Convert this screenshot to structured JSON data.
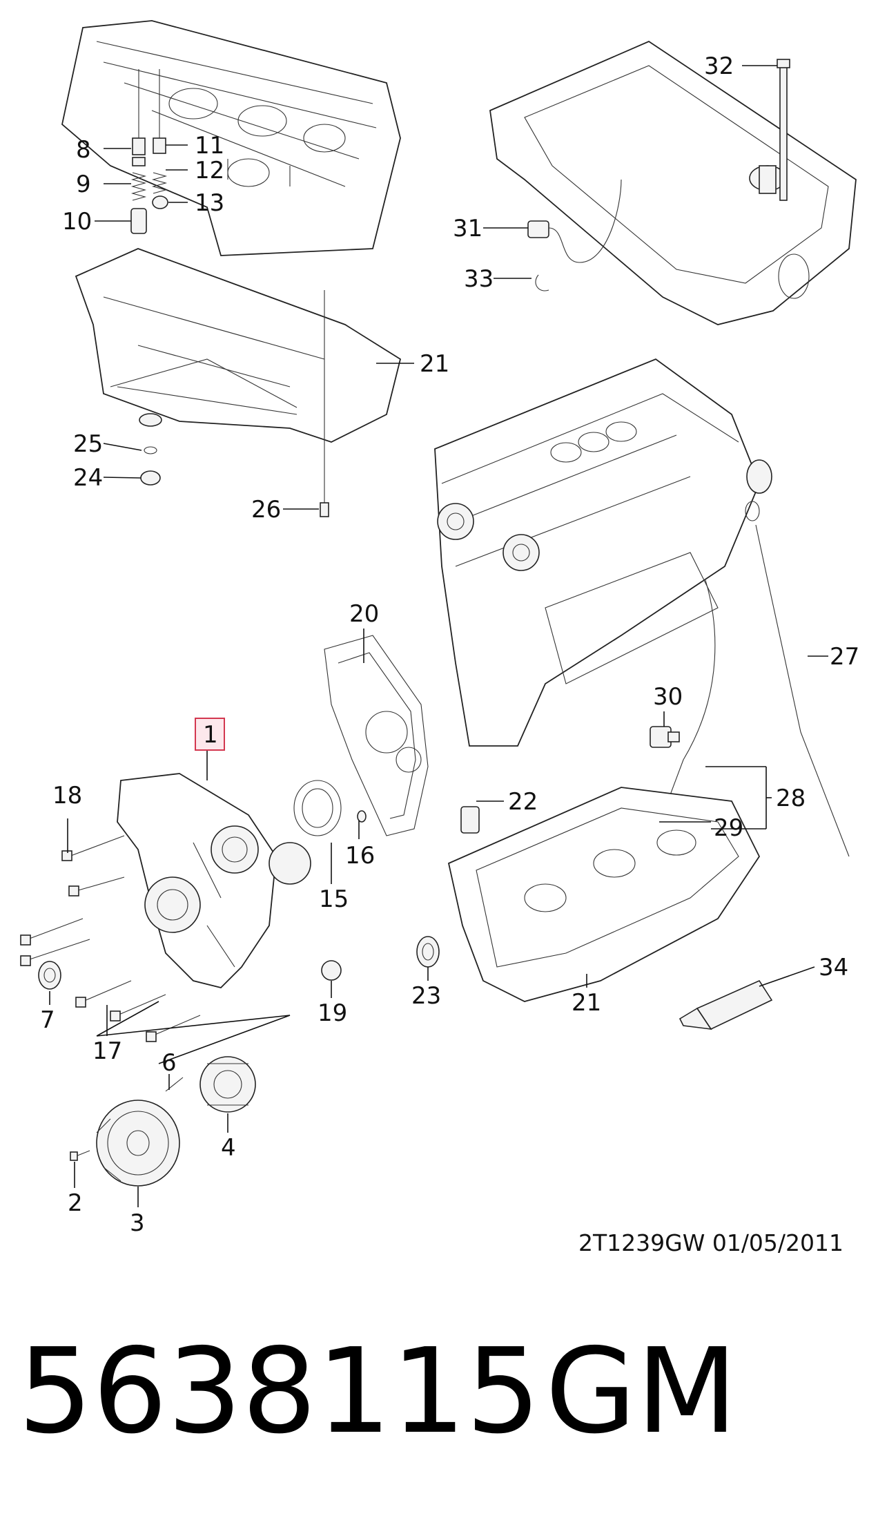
{
  "callouts": [
    {
      "id": "c8",
      "label": "8"
    },
    {
      "id": "c11",
      "label": "11"
    },
    {
      "id": "c9",
      "label": "9"
    },
    {
      "id": "c12",
      "label": "12"
    },
    {
      "id": "c10",
      "label": "10"
    },
    {
      "id": "c13",
      "label": "13"
    },
    {
      "id": "c21a",
      "label": "21"
    },
    {
      "id": "c25",
      "label": "25"
    },
    {
      "id": "c24",
      "label": "24"
    },
    {
      "id": "c26",
      "label": "26"
    },
    {
      "id": "c32",
      "label": "32"
    },
    {
      "id": "c31",
      "label": "31"
    },
    {
      "id": "c33",
      "label": "33"
    },
    {
      "id": "c27",
      "label": "27"
    },
    {
      "id": "c20",
      "label": "20"
    },
    {
      "id": "c30",
      "label": "30"
    },
    {
      "id": "c1",
      "label": "1"
    },
    {
      "id": "c18",
      "label": "18"
    },
    {
      "id": "c22",
      "label": "22"
    },
    {
      "id": "c28",
      "label": "28"
    },
    {
      "id": "c29",
      "label": "29"
    },
    {
      "id": "c16",
      "label": "16"
    },
    {
      "id": "c15",
      "label": "15"
    },
    {
      "id": "c34",
      "label": "34"
    },
    {
      "id": "c7",
      "label": "7"
    },
    {
      "id": "c19",
      "label": "19"
    },
    {
      "id": "c23",
      "label": "23"
    },
    {
      "id": "c21b",
      "label": "21"
    },
    {
      "id": "c17",
      "label": "17"
    },
    {
      "id": "c6",
      "label": "6"
    },
    {
      "id": "c4",
      "label": "4"
    },
    {
      "id": "c2",
      "label": "2"
    },
    {
      "id": "c3",
      "label": "3"
    }
  ],
  "highlighted_callout": "1",
  "diagram_code": "2T1239GW  01/05/2011",
  "part_number": "5638115",
  "brand": "GM",
  "colors": {
    "highlight_fill": "#fde8ec",
    "highlight_stroke": "#d3374f",
    "ink": "#111111"
  }
}
